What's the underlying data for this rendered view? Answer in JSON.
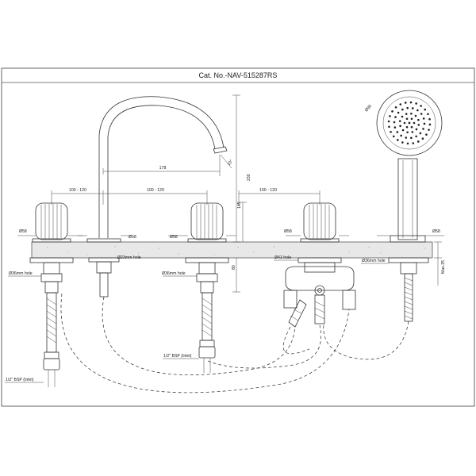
{
  "title": "Cat. No.-NAV-515287RS",
  "dimensions": {
    "spacing_1": "100 - 120",
    "spacing_2": "100 - 120",
    "spacing_3": "100 - 120",
    "spout_reach": "178",
    "spout_height": "230",
    "body_height": "145",
    "under_deck": "80",
    "max_deck": "Max.25",
    "aerator_angle": "10°",
    "handshower_dia": "Ø95",
    "dia_58_a": "Ø58",
    "dia_58_b": "Ø58",
    "dia_58_c": "Ø58",
    "dia_58_d": "Ø58",
    "dia_58_e": "Ø58"
  },
  "holes": {
    "hole_36_left": "Ø36mm hole",
    "hole_23": "Ø23mm hole",
    "hole_36_mid": "Ø36mm hole",
    "hole_41": "Ø41 hole",
    "hole_36_right": "Ø36mm hole"
  },
  "inlets": {
    "inlet_left": "1/2\" BSP (Inlet)",
    "inlet_mid": "1/2\" BSP (Inlet)"
  }
}
